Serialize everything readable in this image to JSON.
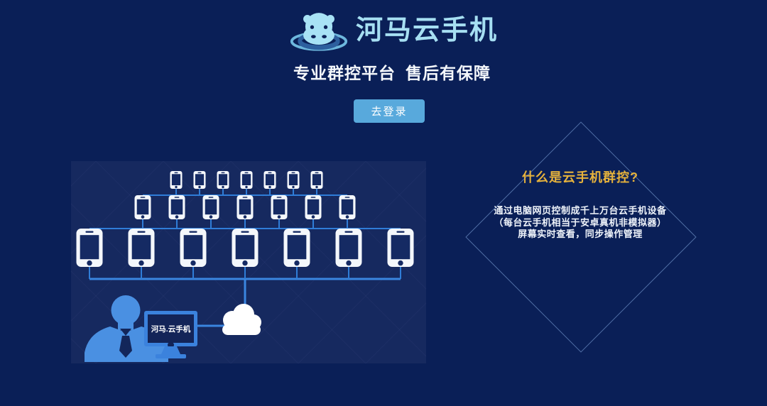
{
  "header": {
    "logo_title": "河马云手机",
    "subtitle_part1": "专业群控平台",
    "subtitle_part2": "售后有保障",
    "login_button": "去登录"
  },
  "illustration": {
    "monitor_label": "河马.云手机"
  },
  "info_panel": {
    "heading": "什么是云手机群控?",
    "lines": [
      "通过电脑网页控制成千上万台云手机设备",
      "（每台云手机相当于安卓真机非模拟器）",
      "屏幕实时查看，同步操作管理"
    ]
  },
  "icons": {
    "logo": "hippo-logo-icon",
    "cloud": "cloud-icon",
    "phone": "phone-icon",
    "operator": "operator-icon",
    "monitor": "monitor-icon"
  },
  "colors": {
    "background": "#0a1f57",
    "illustration_background": "#16295f",
    "title_cyan": "#a6dff2",
    "button_blue": "#58a9dc",
    "heading_gold": "#e6b23c",
    "line_blue": "#2f7dd8",
    "figure_blue": "#4a90e2",
    "monitor_blue": "#3b82dd",
    "phone_white": "#f4f7fb"
  }
}
